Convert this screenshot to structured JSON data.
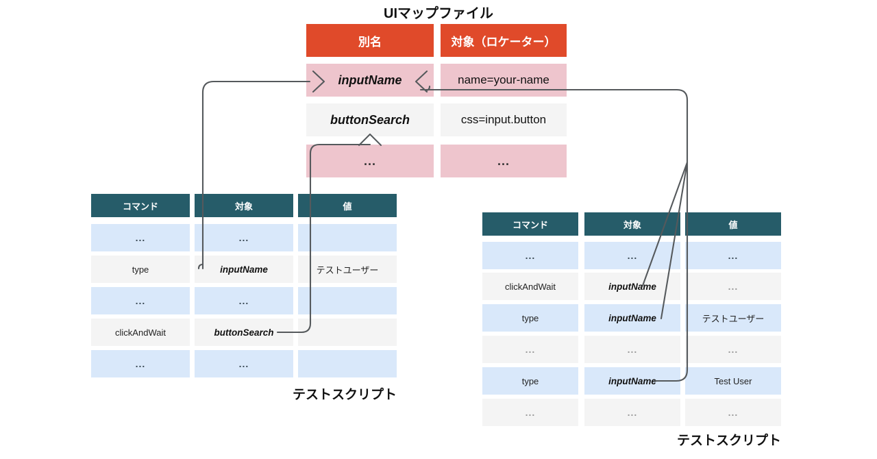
{
  "diagram": {
    "uimap": {
      "title": "UIマップファイル",
      "columns": [
        "別名",
        "対象（ロケーター）"
      ],
      "rows": [
        {
          "alias": "inputName",
          "locator": "name=your-name",
          "tone": "pink"
        },
        {
          "alias": "buttonSearch",
          "locator": "css=input.button",
          "tone": "grey"
        },
        {
          "alias": "...",
          "locator": "...",
          "tone": "pink"
        }
      ]
    },
    "script_left": {
      "caption": "テストスクリプト",
      "columns": [
        "コマンド",
        "対象",
        "値"
      ],
      "rows": [
        {
          "command": "...",
          "target": "...",
          "value": "",
          "tone": "blue"
        },
        {
          "command": "type",
          "target": "inputName",
          "value": "テストユーザー",
          "tone": "grey"
        },
        {
          "command": "...",
          "target": "...",
          "value": "",
          "tone": "blue"
        },
        {
          "command": "clickAndWait",
          "target": "buttonSearch",
          "value": "",
          "tone": "grey"
        },
        {
          "command": "...",
          "target": "...",
          "value": "",
          "tone": "blue"
        }
      ]
    },
    "script_right": {
      "caption": "テストスクリプト",
      "columns": [
        "コマンド",
        "対象",
        "値"
      ],
      "rows": [
        {
          "command": "...",
          "target": "...",
          "value": "...",
          "tone": "blue"
        },
        {
          "command": "clickAndWait",
          "target": "inputName",
          "value": "...",
          "tone": "grey"
        },
        {
          "command": "type",
          "target": "inputName",
          "value": "テストユーザー",
          "tone": "blue"
        },
        {
          "command": "...",
          "target": "...",
          "value": "...",
          "tone": "grey"
        },
        {
          "command": "type",
          "target": "inputName",
          "value": "Test User",
          "tone": "blue"
        },
        {
          "command": "...",
          "target": "...",
          "value": "...",
          "tone": "grey"
        }
      ]
    },
    "colors": {
      "uimap_header": "#e04a2a",
      "uimap_row_pink": "#eec5cd",
      "uimap_row_grey": "#f4f4f4",
      "script_header": "#265c69",
      "script_row_blue": "#d9e8fa",
      "script_row_grey": "#f4f4f4",
      "connector": "#55595c",
      "background": "#ffffff"
    }
  }
}
